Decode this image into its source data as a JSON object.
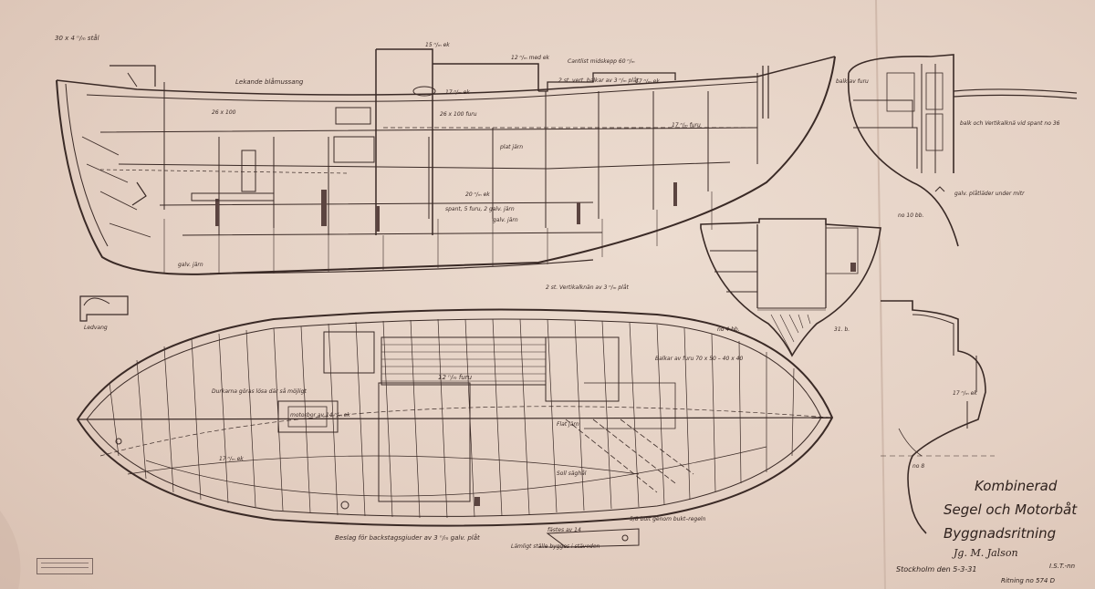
{
  "title": {
    "line1": "Kombinerad",
    "line2": "Segel och Motorbåt",
    "line3": "Byggnadsritning",
    "signature": "Jg. M. Jalson",
    "place_date": "Stockholm den 5-3-31",
    "initials": "I.S.T.-nn",
    "drawing_no": "Ritning no 574 D"
  },
  "labels": {
    "top_corner": "30 x 4 ⁿ/ₘ stål",
    "profile_deckhouse": "15 ⁿ/ₘ ek",
    "profile_railing": "Lekande blåmussang",
    "profile_oak1": "17 ⁿ/ₘ ek",
    "profile_cantlist": "Cantlist midskepp 60 ⁿ/ₘ",
    "profile_mid_ek": "12 ⁿ/ₘ med ek",
    "profile_beams": "26 x 100",
    "profile_pine": "26 x 100 furu",
    "profile_pine2": "17 ⁿ/ₘ furu",
    "profile_fork": "spant, 5 furu, 2 galv. järn",
    "profile_ek20": "20 ⁿ/ₘ ek",
    "profile_galv": "galv. järn",
    "profile_platjarn": "plat järn",
    "profile_angle": "2 st. vert. balkar av 3 ⁿ/ₘ plåt",
    "profile_mast": "17 ⁿ/ₘ ek",
    "section_beam": "balk av furu",
    "section_vertbalk": "balk och Vertikalknä vid spant no 36",
    "section_galv_plate": "galv. plåtläder under mitr",
    "section_frame10": "no 10 bb.",
    "section_frame4": "no 4 bb.",
    "section_frame31": "31. b.",
    "section_frame8": "no 8",
    "section_ek17": "17 ⁿ/ₘ ek",
    "plan_vertbalk": "2 st. Vertikalknän av 3 ⁿ/ₘ plåt",
    "plan_hatches": "Durkarna göras lösa där så möjligt",
    "plan_motor": "motorbor av 14 ⁿ/ₘ ek",
    "plan_furu12": "12 ⁿ/ₘ furu",
    "plan_balkar": "Balkar av furu 70 x 50 – 40 x 40",
    "plan_flatjarn": "Flat järn",
    "plan_saghal": "Soll säghål",
    "plan_note_bottom": "Beslag för backstagsgiuder av 3 ⁿ/ₘ galv. plåt",
    "plan_bolt": "5/8 bult genom bukt–regeln",
    "plan_note2": "Lämligt ställe bygges i stäveden",
    "plan_fastening": "fästes av 14",
    "plan_ek17": "17 ⁿ/ₘ ek",
    "ledvang": "Ledvang",
    "galv_jarn": "galv. järn"
  },
  "colors": {
    "paper": "#e6d3c6",
    "ink": "#3a2a26"
  }
}
